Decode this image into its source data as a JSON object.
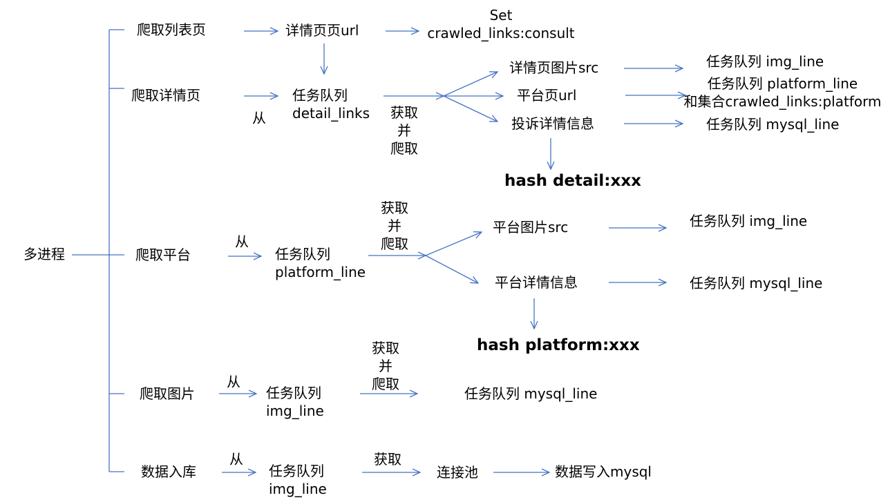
{
  "root": "多进程",
  "branch1": {
    "label": "爬取列表页",
    "node1": "详情页页url",
    "set_line1": "Set",
    "set_line2": "crawled_links:consult"
  },
  "branch2": {
    "label": "爬取详情页",
    "from": "从",
    "queue_line1": "任务队列",
    "queue_line2": "detail_links",
    "action": [
      "获取",
      "并",
      "爬取"
    ],
    "out1": "详情页图片src",
    "out2": "平台页url",
    "out3": "投诉详情信息",
    "dest1": "任务队列 img_line",
    "dest2_line1": "任务队列 platform_line",
    "dest2_line2": "和集合crawled_links:platform",
    "dest3": "任务队列 mysql_line",
    "hash": "hash detail:xxx"
  },
  "branch3": {
    "label": "爬取平台",
    "from": "从",
    "queue_line1": "任务队列",
    "queue_line2": "platform_line",
    "action": [
      "获取",
      "并",
      "爬取"
    ],
    "out1": "平台图片src",
    "out2": "平台详情信息",
    "dest1": "任务队列 img_line",
    "dest2": "任务队列 mysql_line",
    "hash": "hash platform:xxx"
  },
  "branch4": {
    "label": "爬取图片",
    "from": "从",
    "queue_line1": "任务队列",
    "queue_line2": "img_line",
    "action": [
      "获取",
      "并",
      "爬取"
    ],
    "dest": "任务队列 mysql_line"
  },
  "branch5": {
    "label": "数据入库",
    "from": "从",
    "queue_line1": "任务队列",
    "queue_line2": "img_line",
    "action": "获取",
    "pool": "连接池",
    "dest": "数据写入mysql"
  },
  "colors": {
    "connector": "#4472c4",
    "text": "#000000",
    "background": "#ffffff"
  }
}
